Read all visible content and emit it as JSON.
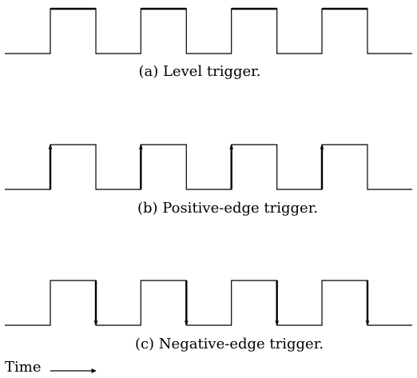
{
  "panels": [
    {
      "id": "a",
      "caption": "(a) Level trigger.",
      "trigger": "level"
    },
    {
      "id": "b",
      "caption": "(b) Positive-edge trigger.",
      "trigger": "positive-edge"
    },
    {
      "id": "c",
      "caption": "(c) Negative-edge trigger.",
      "trigger": "negative-edge"
    }
  ],
  "pulses": 4,
  "time_axis": {
    "label": "Time"
  },
  "colors": {
    "ink": "#000000",
    "background": "#ffffff"
  }
}
